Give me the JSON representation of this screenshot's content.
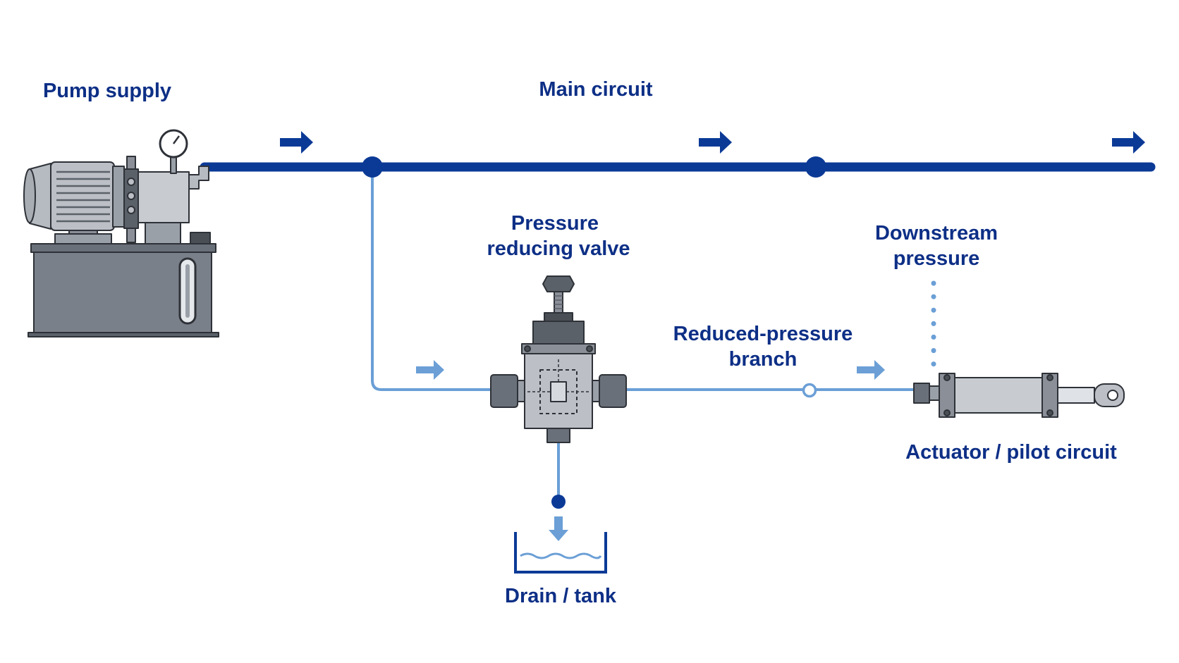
{
  "colors": {
    "main_line": "#0b3a96",
    "branch_line": "#6b9fd6",
    "label_text": "#0d2f86",
    "equipment_fill": "#bcc0c6",
    "equipment_dark": "#5b6169",
    "equipment_outline": "#2e3238",
    "tank_fill": "#7a8089"
  },
  "labels": {
    "pump_supply": "Pump supply",
    "main_circuit": "Main circuit",
    "prv_line1": "Pressure",
    "prv_line2": "reducing valve",
    "branch_line1": "Reduced-pressure",
    "branch_line2": "branch",
    "downstream_line1": "Downstream",
    "downstream_line2": "pressure",
    "actuator": "Actuator / pilot circuit",
    "drain": "Drain / tank"
  },
  "icons": {
    "pump": "hydraulic-power-unit-icon",
    "valve": "pressure-reducing-valve-icon",
    "actuator": "hydraulic-cylinder-icon",
    "drain": "drain-tank-icon",
    "gauge": "pressure-gauge-icon",
    "flow_arrow": "flow-arrow-icon"
  }
}
